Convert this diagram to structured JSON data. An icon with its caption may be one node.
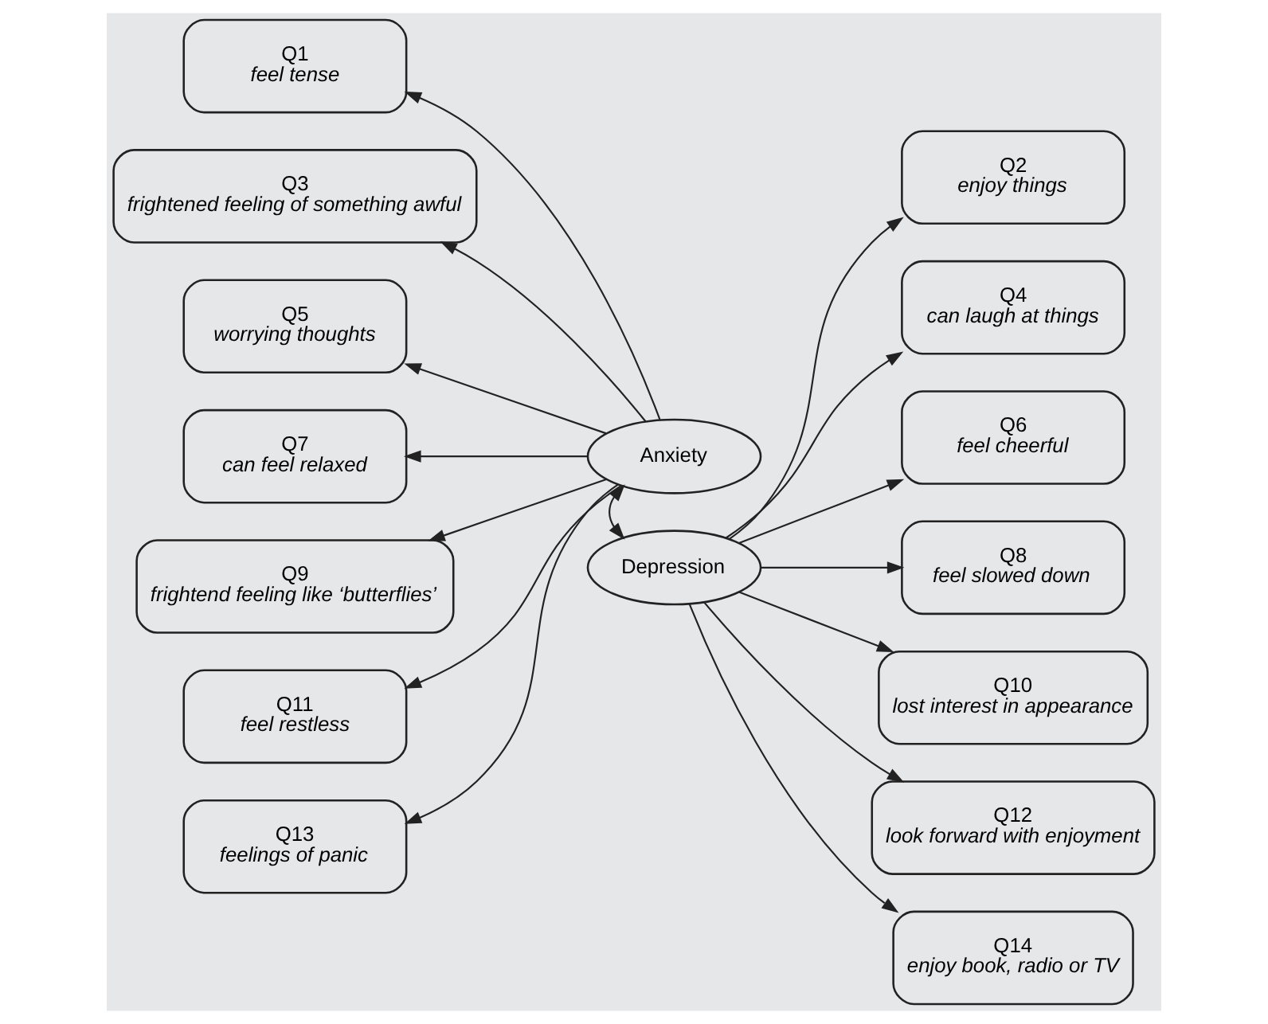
{
  "diagram": {
    "nodes": [
      {
        "text": [
          "Q1",
          "feel tense"
        ]
      },
      {
        "text": [
          "Q2",
          "enjoy things"
        ]
      },
      {
        "text": [
          "Q3",
          "frightened feeling of something awful"
        ]
      },
      {
        "text": [
          "Q4",
          "can laugh at things"
        ]
      },
      {
        "text": [
          "Q5",
          "worrying thoughts"
        ]
      },
      {
        "text": [
          "Q6",
          "feel cheerful"
        ]
      },
      {
        "text": [
          "Q7",
          "can feel relaxed"
        ]
      },
      {
        "text": [
          "Anxiety"
        ]
      },
      {
        "text": [
          "Depression"
        ]
      },
      {
        "text": [
          "Q8",
          "feel slowed down"
        ]
      },
      {
        "text": [
          "Q9",
          "frightend feeling like ‘butterflies’"
        ]
      },
      {
        "text": [
          "Q10",
          "lost interest in appearance"
        ]
      },
      {
        "text": [
          "Q11",
          "feel restless"
        ]
      },
      {
        "text": [
          "Q12",
          "look forward with enjoyment"
        ]
      },
      {
        "text": [
          "Q13",
          "feelings of panic"
        ]
      },
      {
        "text": [
          "Q14",
          "enjoy book, radio or TV"
        ]
      }
    ],
    "edges": [
      {
        "from": 7,
        "to": 8,
        "arrow": "both"
      },
      {
        "from": 7,
        "to": 0,
        "arrow": "to"
      },
      {
        "from": 7,
        "to": 2,
        "arrow": "to"
      },
      {
        "from": 7,
        "to": 4,
        "arrow": "to"
      },
      {
        "from": 7,
        "to": 6,
        "arrow": "to"
      },
      {
        "from": 7,
        "to": 10,
        "arrow": "to"
      },
      {
        "from": 7,
        "to": 12,
        "arrow": "to"
      },
      {
        "from": 7,
        "to": 14,
        "arrow": "to"
      },
      {
        "from": 8,
        "to": 1,
        "arrow": "to"
      },
      {
        "from": 8,
        "to": 3,
        "arrow": "to"
      },
      {
        "from": 8,
        "to": 5,
        "arrow": "to"
      },
      {
        "from": 8,
        "to": 9,
        "arrow": "to"
      },
      {
        "from": 8,
        "to": 11,
        "arrow": "to"
      },
      {
        "from": 8,
        "to": 13,
        "arrow": "to"
      },
      {
        "from": 8,
        "to": 15,
        "arrow": "to"
      }
    ]
  }
}
